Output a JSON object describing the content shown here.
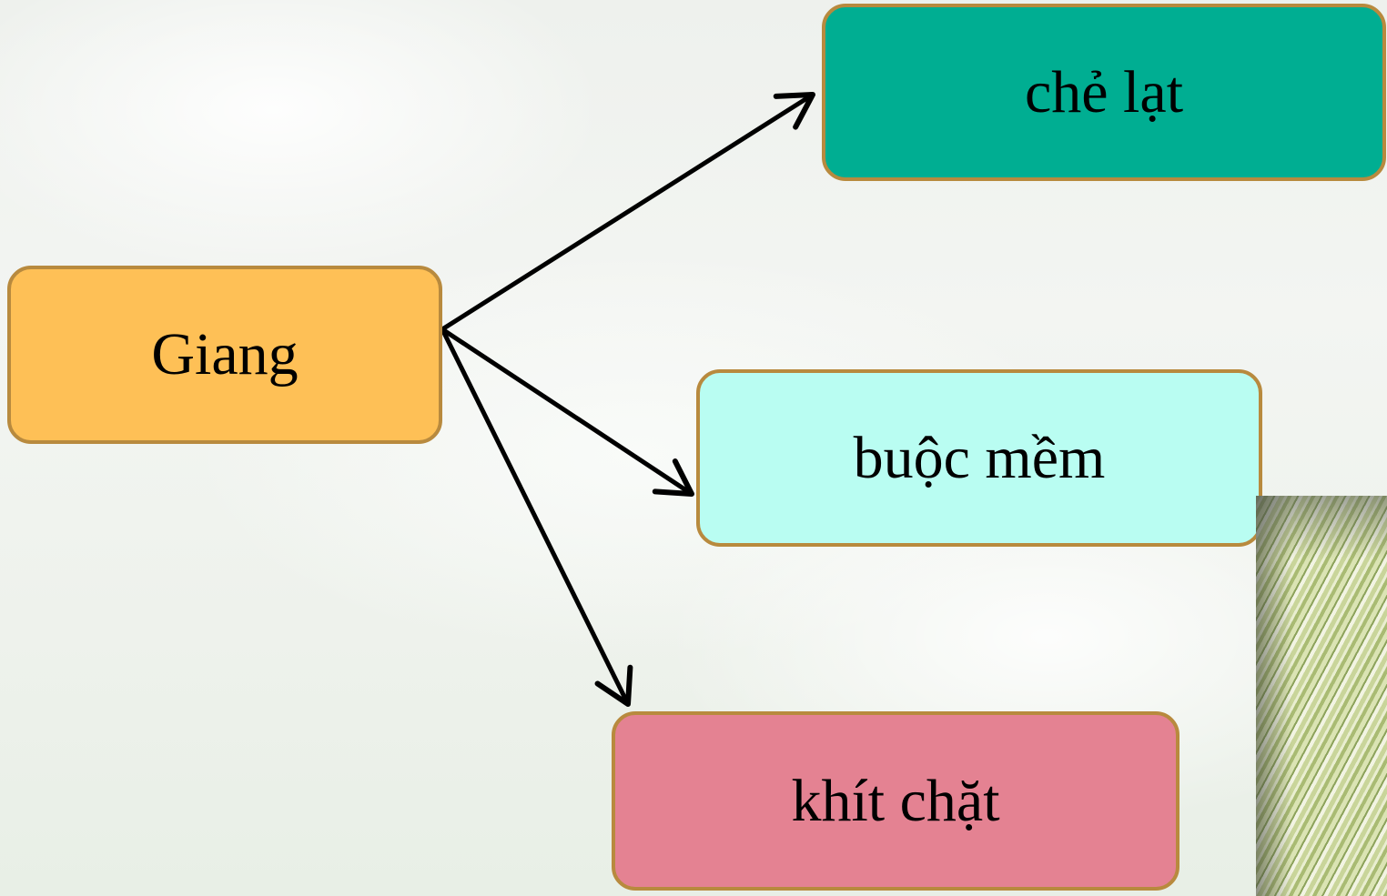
{
  "nodes": {
    "root": {
      "label": "Giang",
      "color": "#fec056"
    },
    "che_lat": {
      "label": "chẻ lạt",
      "color": "#00ae92"
    },
    "buoc_mem": {
      "label": "buộc mềm",
      "color": "#b9fdf2"
    },
    "khit_chat": {
      "label": "khít chặt",
      "color": "#e48292"
    }
  },
  "colors": {
    "border": "#b88a3e",
    "arrow": "#000000"
  },
  "image": {
    "icon": "bamboo-strips-photo"
  }
}
